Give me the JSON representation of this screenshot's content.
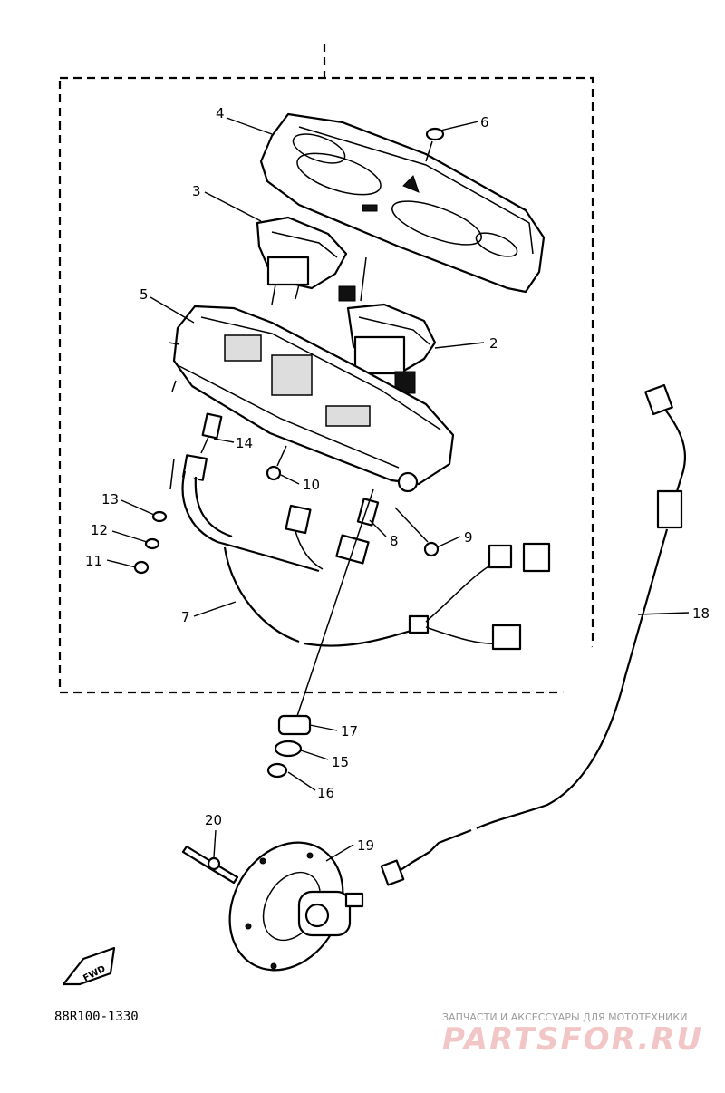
{
  "diagram_code": "88R100-1330",
  "watermark": {
    "tagline": "ЗАПЧАСТИ И АКСЕССУАРЫ ДЛЯ МОТОТЕХНИКИ",
    "brand": "PARTSFOR.RU"
  },
  "direction_marker": "FWD",
  "callouts": {
    "n1": "2",
    "n2": "3",
    "n3": "4",
    "n4": "5",
    "n5": "6",
    "n6": "7",
    "n7": "8",
    "n8": "9",
    "n9": "10",
    "n10": "11",
    "n11": "12",
    "n12": "13",
    "n13": "14",
    "n14": "15",
    "n15": "16",
    "n16": "17",
    "n17": "18",
    "n18": "19",
    "n19": "20"
  }
}
